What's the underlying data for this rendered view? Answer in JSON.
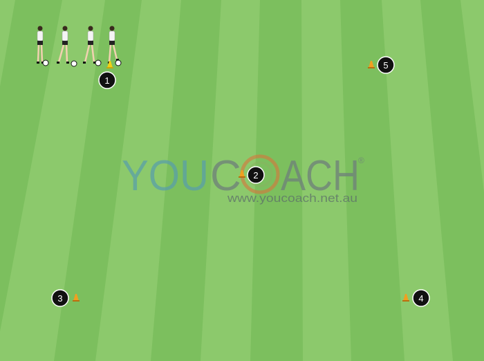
{
  "watermark": {
    "brand_left": "YOU",
    "brand_right": "ACH",
    "registered": "®",
    "url": "www.youcoach.net.au"
  },
  "markers": [
    {
      "id": "marker-1",
      "label": "1"
    },
    {
      "id": "marker-2",
      "label": "2"
    },
    {
      "id": "marker-3",
      "label": "3"
    },
    {
      "id": "marker-4",
      "label": "4"
    },
    {
      "id": "marker-5",
      "label": "5"
    }
  ],
  "players": {
    "count": 4
  },
  "colors": {
    "grass_light": "#8cc96c",
    "grass_dark": "#72b852",
    "cone": "#f0a020",
    "marker_bg": "#111111",
    "watermark_teal": "#5aa0a8",
    "watermark_grey": "#6e7f7a"
  }
}
